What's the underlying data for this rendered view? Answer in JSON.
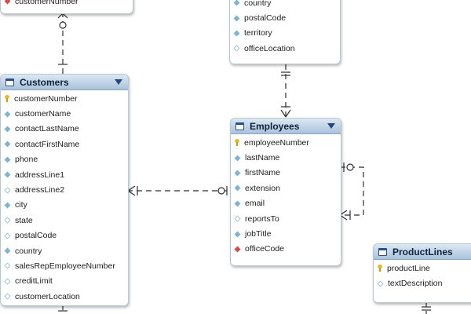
{
  "top_left_entity": {
    "attributes": [
      {
        "name": "customerNumber",
        "kind": "foreign-key-icon"
      }
    ]
  },
  "top_right_entity": {
    "attributes": [
      {
        "name": "country",
        "kind": "column-icon"
      },
      {
        "name": "postalCode",
        "kind": "column-icon"
      },
      {
        "name": "territory",
        "kind": "column-icon"
      },
      {
        "name": "officeLocation",
        "kind": "nullable-column-icon"
      }
    ]
  },
  "customers": {
    "title": "Customers",
    "attributes": [
      {
        "name": "customerNumber",
        "kind": "primary-key-icon"
      },
      {
        "name": "customerName",
        "kind": "column-icon"
      },
      {
        "name": "contactLastName",
        "kind": "column-icon"
      },
      {
        "name": "contactFirstName",
        "kind": "column-icon"
      },
      {
        "name": "phone",
        "kind": "column-icon"
      },
      {
        "name": "addressLine1",
        "kind": "column-icon"
      },
      {
        "name": "addressLine2",
        "kind": "nullable-column-icon"
      },
      {
        "name": "city",
        "kind": "column-icon"
      },
      {
        "name": "state",
        "kind": "nullable-column-icon"
      },
      {
        "name": "postalCode",
        "kind": "nullable-column-icon"
      },
      {
        "name": "country",
        "kind": "column-icon"
      },
      {
        "name": "salesRepEmployeeNumber",
        "kind": "nullable-column-icon"
      },
      {
        "name": "creditLimit",
        "kind": "nullable-column-icon"
      },
      {
        "name": "customerLocation",
        "kind": "nullable-column-icon"
      }
    ]
  },
  "employees": {
    "title": "Employees",
    "attributes": [
      {
        "name": "employeeNumber",
        "kind": "primary-key-icon"
      },
      {
        "name": "lastName",
        "kind": "column-icon"
      },
      {
        "name": "firstName",
        "kind": "column-icon"
      },
      {
        "name": "extension",
        "kind": "column-icon"
      },
      {
        "name": "email",
        "kind": "column-icon"
      },
      {
        "name": "reportsTo",
        "kind": "nullable-column-icon"
      },
      {
        "name": "jobTitle",
        "kind": "column-icon"
      },
      {
        "name": "officeCode",
        "kind": "foreign-key-icon"
      }
    ]
  },
  "productlines": {
    "title": "ProductLines",
    "attributes": [
      {
        "name": "productLine",
        "kind": "primary-key-icon"
      },
      {
        "name": "textDescription",
        "kind": "nullable-column-icon"
      }
    ]
  },
  "colors": {
    "header_top": "#dce8f4",
    "header_bottom": "#a9c2da",
    "connector": "#2f2f2f",
    "primary_key": "#e8b92d",
    "column": "#7fb3cf",
    "foreign_key": "#d44a4a"
  }
}
